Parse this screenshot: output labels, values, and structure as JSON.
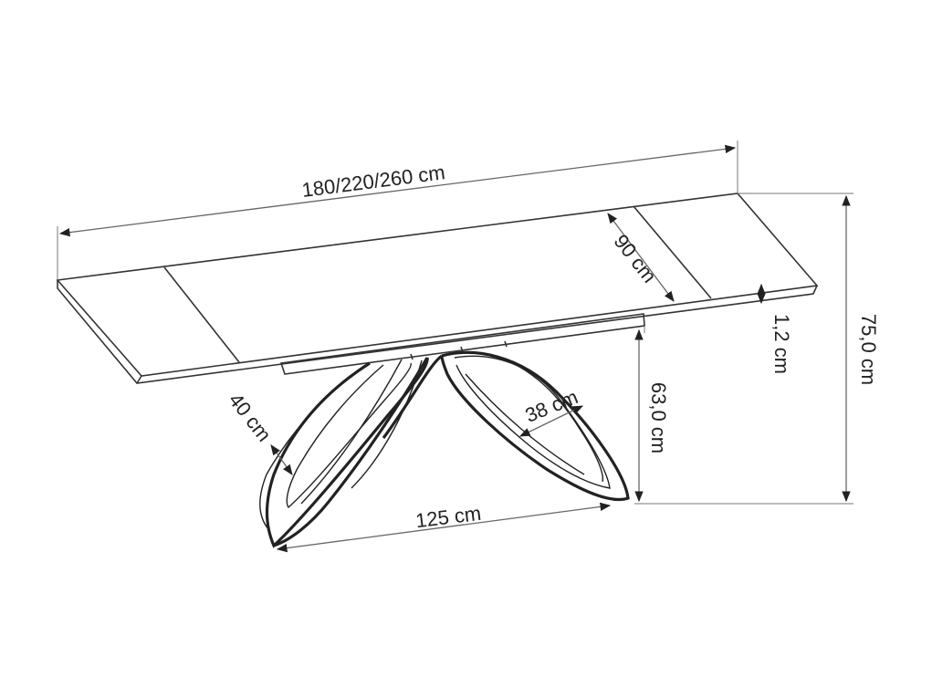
{
  "dimensions": {
    "length": "180/220/260 cm",
    "depth": "90 cm",
    "top_thickness": "1,2 cm",
    "total_height": "75,0 cm",
    "base_height": "63,0 cm",
    "leg_width": "40 cm",
    "leg_depth": "38 cm",
    "base_span": "125 cm"
  }
}
